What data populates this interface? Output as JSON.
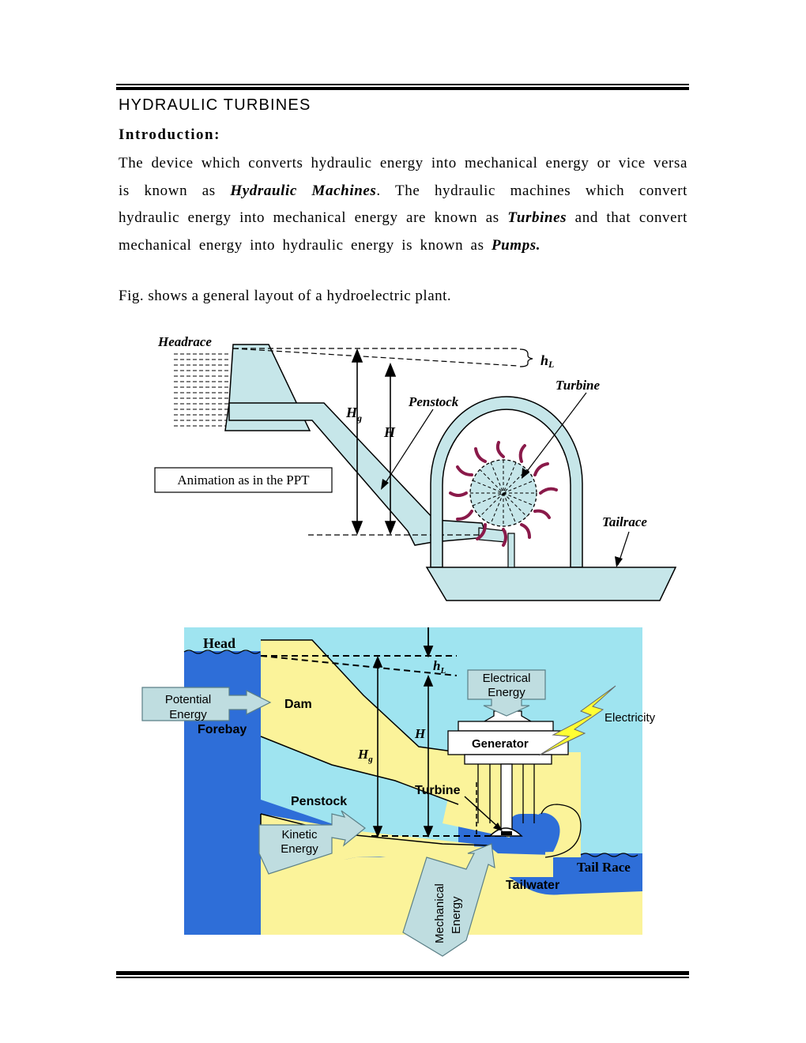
{
  "page": {
    "title": "HYDRAULIC TURBINES",
    "subheading": "Introduction:",
    "paragraph": {
      "p1": "The device which converts hydraulic energy into mechanical energy or vice versa is known as ",
      "e1": "Hydraulic Machines",
      "p2": ". The hydraulic machines which convert hydraulic energy into mechanical energy are known as ",
      "e2": "Turbines",
      "p3": " and that convert mechanical energy into hydraulic energy is known as ",
      "e3": "Pumps."
    },
    "fig_caption": "Fig. shows a general layout of a hydroelectric plant."
  },
  "figure1": {
    "headrace": "Headrace",
    "hl": "h",
    "hl_sub": "L",
    "turbine": "Turbine",
    "penstock": "Penstock",
    "hg": "H",
    "hg_sub": "g",
    "h": "H",
    "animation_note": "Animation as in the PPT",
    "tailrace": "Tailrace"
  },
  "figure2": {
    "head": "Head",
    "hl": "h",
    "hl_sub": "L",
    "electrical_energy_1": "Electrical",
    "electrical_energy_2": "Energy",
    "electricity": "Electricity",
    "potential_energy_1": "Potential",
    "potential_energy_2": "Energy",
    "dam": "Dam",
    "forebay": "Forebay",
    "h": "H",
    "generator": "Generator",
    "hg": "H",
    "hg_sub": "g",
    "turbine": "Turbine",
    "penstock": "Penstock",
    "kinetic_energy_1": "Kinetic",
    "kinetic_energy_2": "Energy",
    "tail_race": "Tail Race",
    "tailwater": "Tailwater",
    "mechanical_energy_1": "Mechanical",
    "mechanical_energy_2": "Energy"
  },
  "colors": {
    "light_blue": "#c6e6e9",
    "sky": "#9fe4f0",
    "water": "#2e6ed8",
    "earth": "#fbf39a",
    "runner": "#8a1a4a",
    "bolt": "#ffff33",
    "callout": "#bfdde0"
  }
}
